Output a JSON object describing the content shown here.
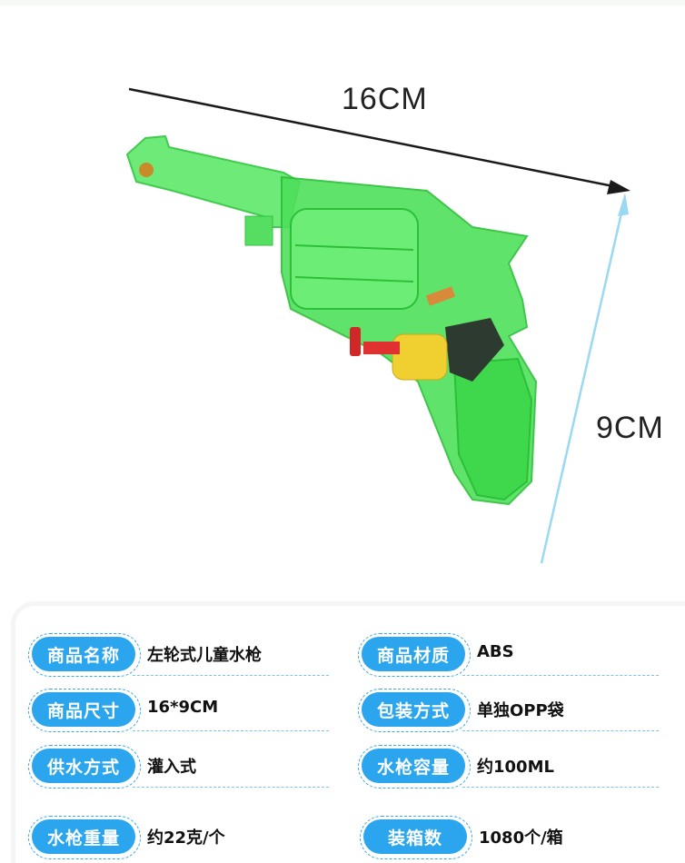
{
  "dimensions": {
    "length": "16CM",
    "height": "9CM"
  },
  "colors": {
    "accent": "#2ba6ee",
    "gun": "#3de24a"
  },
  "specs": [
    {
      "label": "商品名称",
      "value": "左轮式儿童水枪"
    },
    {
      "label": "商品材质",
      "value": "ABS"
    },
    {
      "label": "商品尺寸",
      "value": "16*9CM"
    },
    {
      "label": "包装方式",
      "value": "单独OPP袋"
    },
    {
      "label": "供水方式",
      "value": "灌入式"
    },
    {
      "label": "水枪容量",
      "value": "约100ML"
    },
    {
      "label": "水枪重量",
      "value": "约22克/个"
    },
    {
      "label": "装箱数",
      "value": "1080个/箱"
    }
  ]
}
